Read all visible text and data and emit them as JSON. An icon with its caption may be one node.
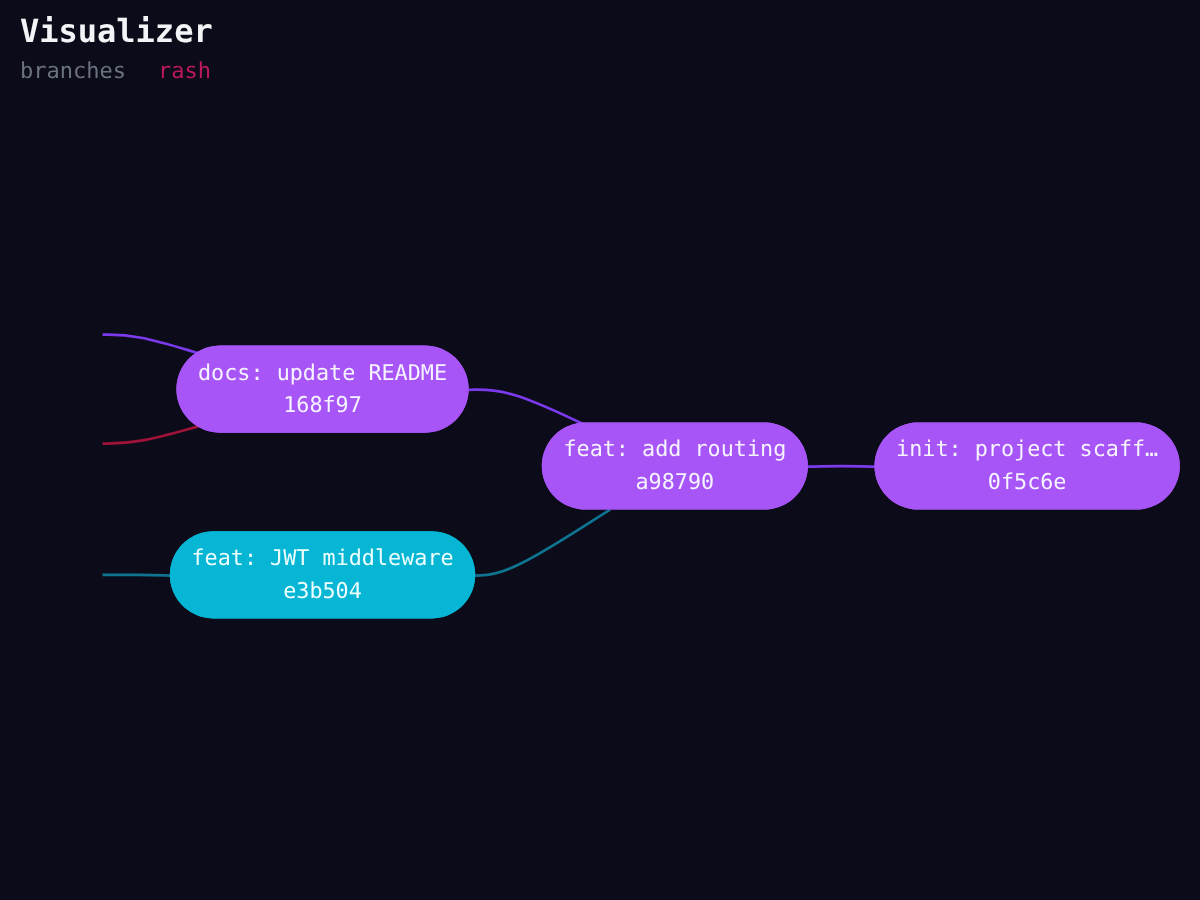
{
  "diagram": {
    "title": "Visualizer",
    "nodes": [
      {
        "text": [
          "docs: update README",
          "168f97"
        ]
      },
      {
        "text": [
          "feat: add routing",
          "a98790"
        ]
      },
      {
        "text": [
          "init: project scaff…",
          "0f5c6e"
        ]
      },
      {
        "text": [
          "feat: JWT middleware",
          "e3b504"
        ]
      }
    ],
    "edges": [
      {
        "from": 2,
        "to": 1,
        "arrow": "none"
      },
      {
        "from": 1,
        "to": 0,
        "arrow": "none"
      },
      {
        "from": 1,
        "to": 3,
        "arrow": "none",
        "color": "#0e7490"
      },
      {
        "from": 0,
        "to": null,
        "arrow": "none"
      },
      {
        "from": 3,
        "to": null,
        "arrow": "none",
        "color": "#0e7490"
      },
      {
        "from": 0,
        "to": null,
        "arrow": "none",
        "color": "#9f1239"
      }
    ],
    "labels": [
      "branches",
      "rash"
    ]
  }
}
